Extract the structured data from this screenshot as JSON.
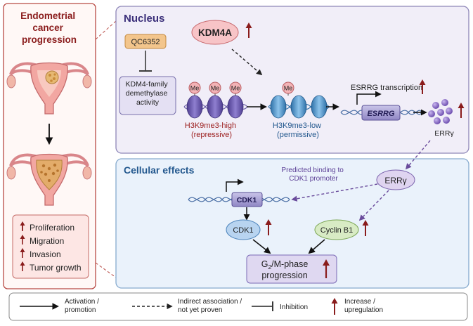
{
  "left_panel": {
    "title_lines": [
      "Endometrial",
      "cancer",
      "progression"
    ],
    "effects": [
      {
        "label": "Proliferation"
      },
      {
        "label": "Migration"
      },
      {
        "label": "Invasion"
      },
      {
        "label": "Tumor growth"
      }
    ]
  },
  "nucleus": {
    "title": "Nucleus",
    "qc6352": "QC6352",
    "demethylase_lines": [
      "KDM4-family",
      "demethylase",
      "activity"
    ],
    "kdm4a": "KDM4A",
    "me_label": "Me",
    "high_lines": [
      "H3K9me3-high",
      "(repressive)"
    ],
    "low_lines": [
      "H3K9me3-low",
      "(permissive)"
    ],
    "esrrg_transcription": "ESRRG transcription",
    "esrrg_gene": "ESRRG",
    "errg_protein": "ERRγ"
  },
  "cellular": {
    "title": "Cellular effects",
    "binding_lines": [
      "Predicted binding to",
      "CDK1 promoter"
    ],
    "cdk1_gene": "CDK1",
    "cdk1_protein": "CDK1",
    "cyclin": "Cyclin B1",
    "errg_node": "ERRγ",
    "g2m_prefix": "G",
    "g2m_sub": "2",
    "g2m_suffix": "/M-phase",
    "g2m_line2": "progression"
  },
  "legend": {
    "activation_lines": [
      "Activation /",
      "promotion"
    ],
    "indirect_lines": [
      "Indirect association /",
      "not yet proven"
    ],
    "inhibition": "Inhibition",
    "increase_lines": [
      "Increase /",
      "upregulation"
    ]
  },
  "colors": {
    "dark_red": "#8a1c1c",
    "nucleus_fill": "#f1eef8",
    "nucleus_stroke": "#8e86b8",
    "cell_fill": "#eaf2fb",
    "cell_stroke": "#86aace",
    "purple": "#6a4c9c",
    "blue_title": "#23588e"
  }
}
